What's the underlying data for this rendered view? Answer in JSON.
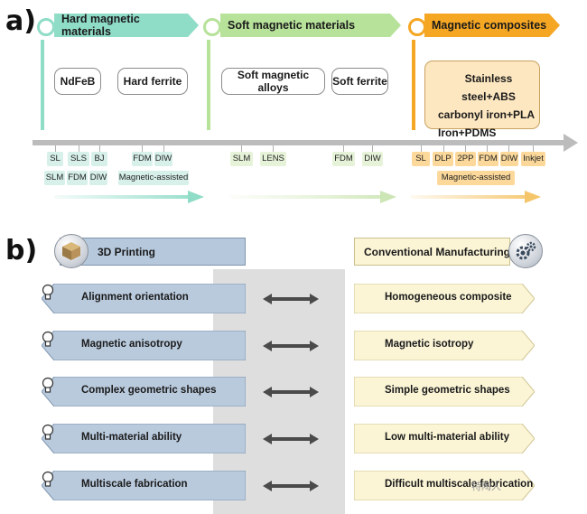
{
  "panel_a": {
    "label": "a)",
    "categories": [
      {
        "name": "Hard magnetic materials",
        "color": "#8fdcc7",
        "materials": [
          "NdFeB",
          "Hard ferrite"
        ],
        "tags_row1": [
          "SL",
          "SLS",
          "BJ",
          "FDM",
          "DIW"
        ],
        "tags_row2": [
          "SLM",
          "FDM",
          "DIW"
        ],
        "assist": "Magnetic-assisted"
      },
      {
        "name": "Soft magnetic materials",
        "color": "#b7e29a",
        "materials": [
          "Soft magnetic alloys",
          "Soft ferrite"
        ],
        "tags_row1": [
          "SLM",
          "LENS",
          "FDM",
          "DIW"
        ]
      },
      {
        "name": "Magnetic composites",
        "color": "#f5a623",
        "materials": [
          "Stainless steel+ABS",
          "carbonyl iron+PLA",
          "Iron+PDMS"
        ],
        "tags_row1": [
          "SL",
          "DLP",
          "2PP",
          "FDM",
          "DIW",
          "Inkjet"
        ],
        "assist": "Magnetic-assisted"
      }
    ]
  },
  "panel_b": {
    "label": "b)",
    "left_title": "3D Printing",
    "right_title": "Conventional Manufacturing",
    "rows": [
      {
        "left": "Alignment orientation",
        "right": "Homogeneous composite"
      },
      {
        "left": "Magnetic anisotropy",
        "right": "Magnetic isotropy"
      },
      {
        "left": "Complex geometric shapes",
        "right": "Simple geometric shapes"
      },
      {
        "left": "Multi-material ability",
        "right": "Low multi-material ability"
      },
      {
        "left": "Multiscale fabrication",
        "right": "Difficult multiscale fabrication"
      }
    ],
    "watermark": "特陶人"
  }
}
